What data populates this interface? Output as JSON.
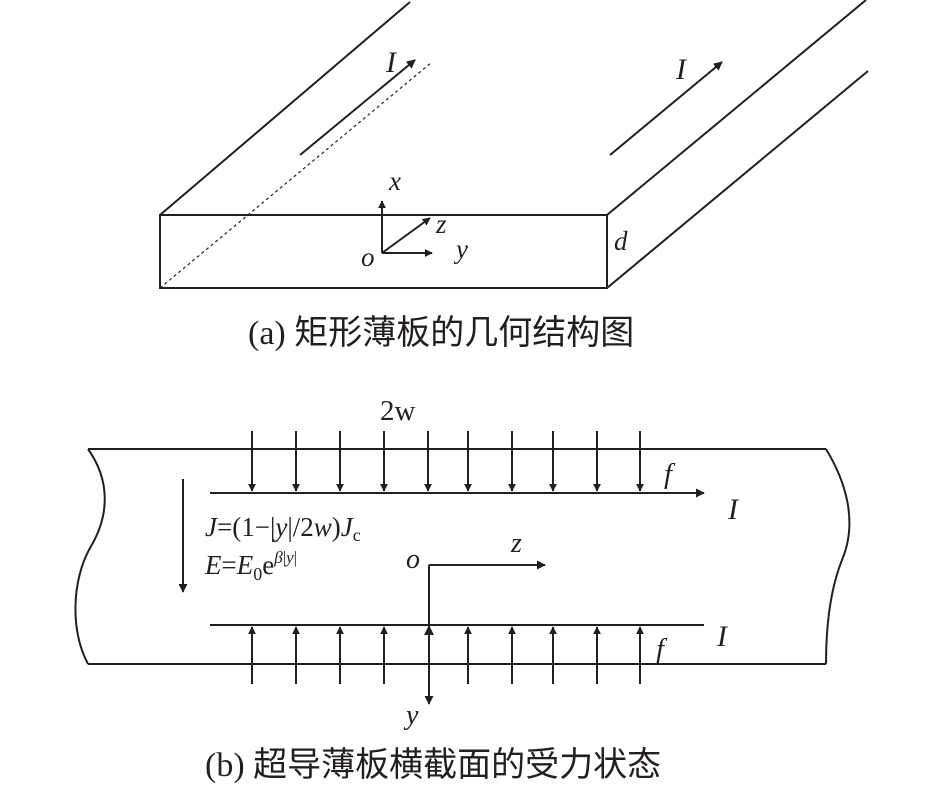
{
  "figure_a": {
    "caption": "(a) 矩形薄板的几何结构图",
    "current_label_left": "I",
    "current_label_right": "I",
    "axis_x": "x",
    "axis_y": "y",
    "axis_z": "z",
    "origin": "o",
    "thickness": "d"
  },
  "figure_b": {
    "caption": "(b) 超导薄板横截面的受力状态",
    "width_label": "2w",
    "force_top": "f",
    "force_bottom": "f",
    "current_top": "I",
    "current_bottom": "I",
    "axis_z": "z",
    "axis_y": "y",
    "origin": "o",
    "eq_J": {
      "J": "J",
      "mid1": "=(1−",
      "y": "y",
      "mid2": "/2",
      "w": "w",
      "close": ")",
      "J2": "J",
      "sub": "c"
    },
    "eq_E": {
      "E": "E",
      "eq": "=",
      "E2": "E",
      "sub": "0",
      "e": "e",
      "beta": "β",
      "y": "y"
    }
  },
  "colors": {
    "ink": "#231f20"
  }
}
